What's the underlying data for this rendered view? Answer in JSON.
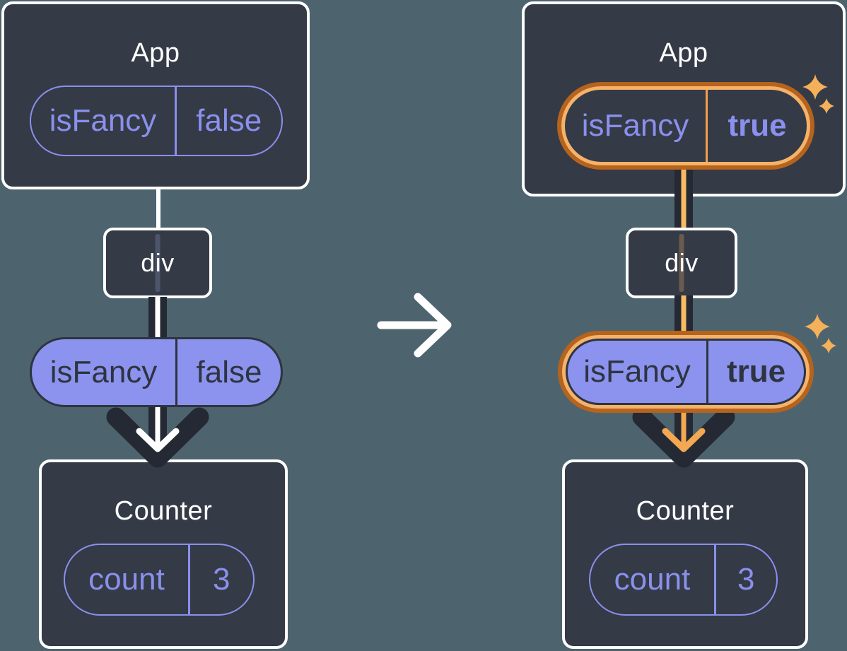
{
  "colors": {
    "background": "#4d646f",
    "box_fill": "#343a46",
    "box_border": "#ffffff",
    "purple": "#8a90ed",
    "purple_fill": "#8b93ee",
    "dark_text": "#2e3440",
    "dark_arrow": "#242934",
    "orange_dark": "#b5631d",
    "orange_light": "#f6b269",
    "orange_core": "#f8ba62",
    "orange_divider": "#f0a14b",
    "sparkle": "#f5b05a",
    "arrow_core_orange": "#f3a851"
  },
  "left_diagram": {
    "app": {
      "title": "App",
      "prop": {
        "name": "isFancy",
        "value": "false"
      }
    },
    "div": {
      "label": "div"
    },
    "passed_prop": {
      "name": "isFancy",
      "value": "false"
    },
    "counter": {
      "title": "Counter",
      "state": {
        "name": "count",
        "value": "3"
      }
    }
  },
  "right_diagram": {
    "app": {
      "title": "App",
      "prop": {
        "name": "isFancy",
        "value": "true"
      }
    },
    "div": {
      "label": "div"
    },
    "passed_prop": {
      "name": "isFancy",
      "value": "true"
    },
    "counter": {
      "title": "Counter",
      "state": {
        "name": "count",
        "value": "3"
      }
    }
  }
}
